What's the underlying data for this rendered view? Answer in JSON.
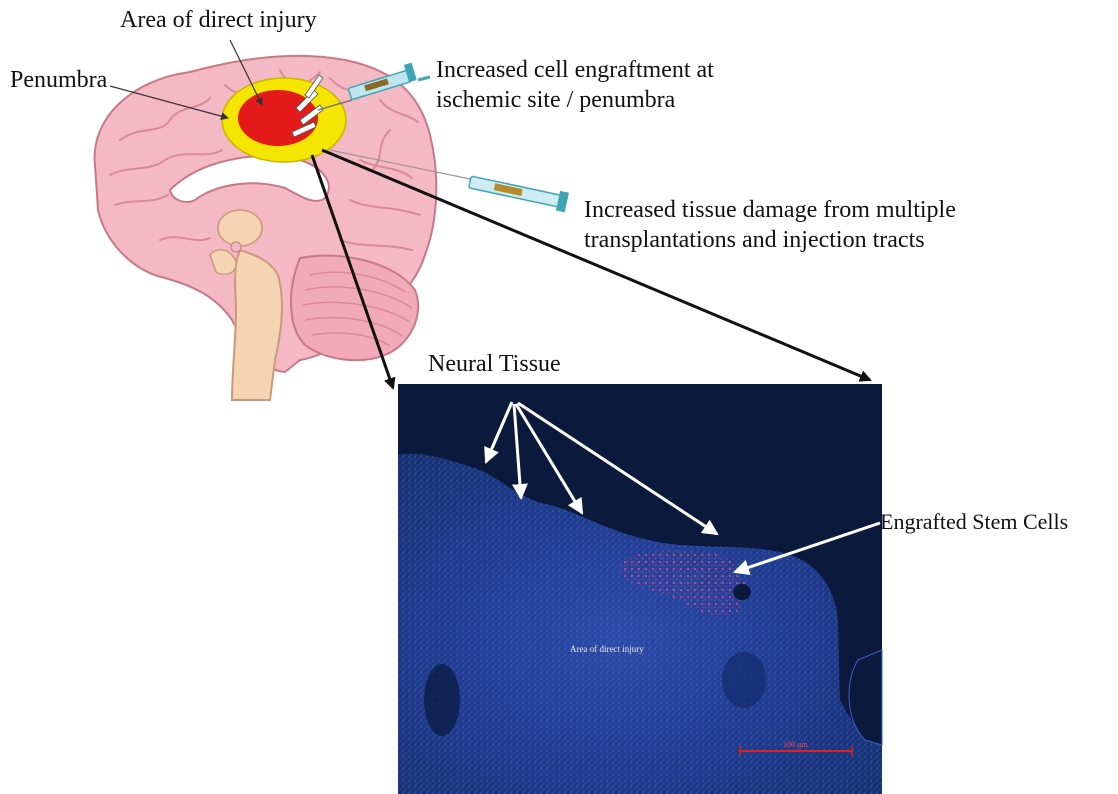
{
  "labels": {
    "area_direct_injury": "Area of direct injury",
    "penumbra": "Penumbra",
    "engraftment_line1": "Increased cell engraftment at",
    "engraftment_line2": "ischemic site / penumbra",
    "damage_line1": "Increased tissue damage from multiple",
    "damage_line2": "transplantations and injection tracts",
    "neural_tissue": "Neural Tissue",
    "engrafted_stem_cells": "Engrafted Stem Cells",
    "micro_injury": "Area of direct injury",
    "scale_bar": "100 µm"
  },
  "colors": {
    "brain_pink": "#f4b9c4",
    "brain_outline": "#c97888",
    "injury_red": "#e41a1a",
    "penumbra_yellow": "#f5e600",
    "micrograph_bg": "#0b1a3c",
    "micrograph_tissue": "#1f3c8e",
    "engrafted_cells": "#d0307a",
    "syringe_teal": "#3fa5b5"
  }
}
